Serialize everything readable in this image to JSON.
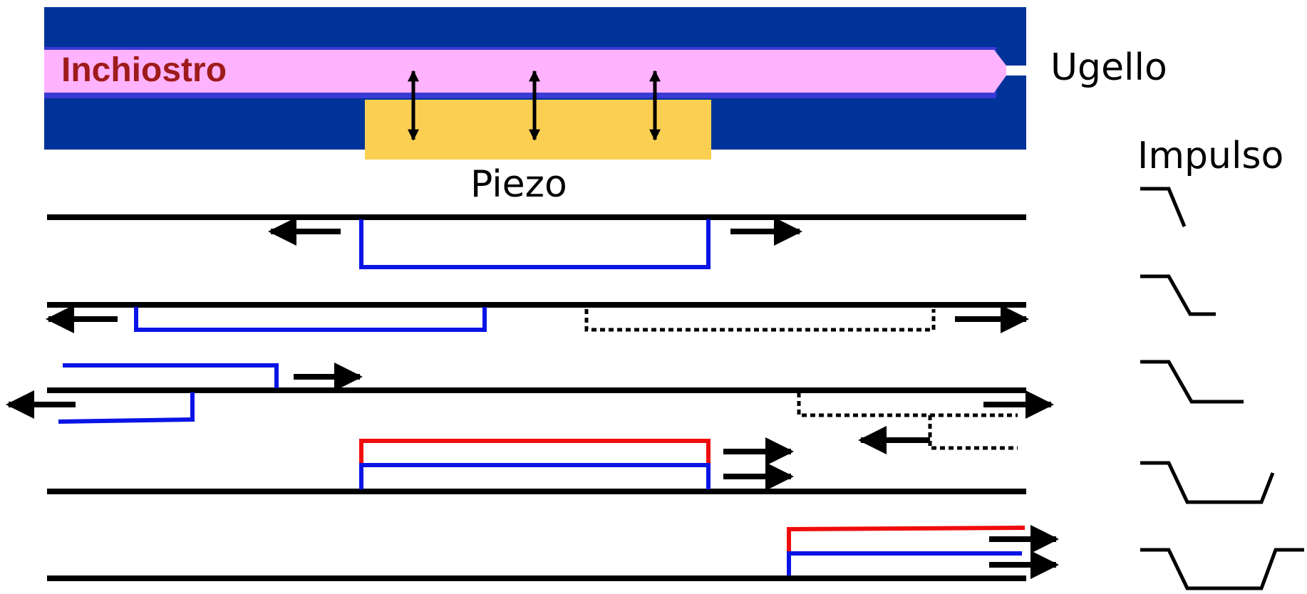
{
  "labels": {
    "ink": "Inchiostro",
    "nozzle": "Ugello",
    "piezo": "Piezo",
    "pulse": "Impulso"
  },
  "colors": {
    "channel_wall": "#003399",
    "ink": "#FFB3FF",
    "ink_label": "#9E1B1B",
    "piezo": "#FBD052",
    "wave_blue": "#0A14E6",
    "wave_red": "#F00C0C",
    "line": "#000000"
  },
  "stages": [
    {
      "id": "stage-1",
      "description_icons": [
        "left-arrow-icon",
        "right-arrow-icon"
      ]
    },
    {
      "id": "stage-2",
      "description_icons": [
        "left-arrow-icon",
        "right-arrow-icon"
      ]
    },
    {
      "id": "stage-3",
      "description_icons": [
        "left-arrow-icon",
        "right-arrow-icon",
        "left-arrow-icon",
        "right-arrow-icon"
      ]
    },
    {
      "id": "stage-4",
      "description_icons": [
        "right-arrow-icon",
        "right-arrow-icon"
      ]
    },
    {
      "id": "stage-5",
      "description_icons": [
        "right-arrow-icon",
        "right-arrow-icon"
      ]
    }
  ]
}
